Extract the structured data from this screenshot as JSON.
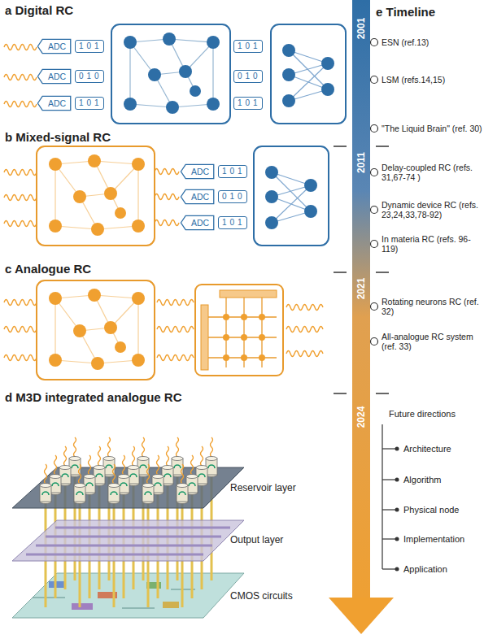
{
  "diagram": {
    "nodes": [
      {
        "text": [
          "ADC"
        ]
      },
      {
        "text": [
          "ADC"
        ]
      },
      {
        "text": [
          "ADC"
        ]
      },
      {
        "text": [
          "ADC"
        ]
      },
      {
        "text": [
          "ADC"
        ]
      },
      {
        "text": [
          "ADC"
        ]
      }
    ],
    "labels": [
      "a Digital RC",
      "101",
      "010",
      "101",
      "101",
      "010",
      "101",
      "b Mixed-signal RC",
      "101",
      "010",
      "101",
      "c Analogue RC",
      "d M3D integrated analogue RC",
      "Reservoir layer",
      "Output layer",
      "CMOS circuits",
      "e Timeline",
      "2001",
      "ESN (ref.13)",
      "LSM (refs.14,15)",
      "\"The Liquid Brain\" (ref. 30)",
      "2011",
      "Delay-coupled RC (refs. 31,67-74 )",
      "Dynamic device RC (refs. 23,24,33,78-92)",
      "In materia RC (refs. 96-119)",
      "2021",
      "Rotating neurons RC (ref. 32)",
      "All-analogue RC system (ref. 33)",
      "2024",
      "Future directions",
      "Architecture",
      "Algorithm",
      "Physical node",
      "Implementation",
      "Application"
    ]
  }
}
